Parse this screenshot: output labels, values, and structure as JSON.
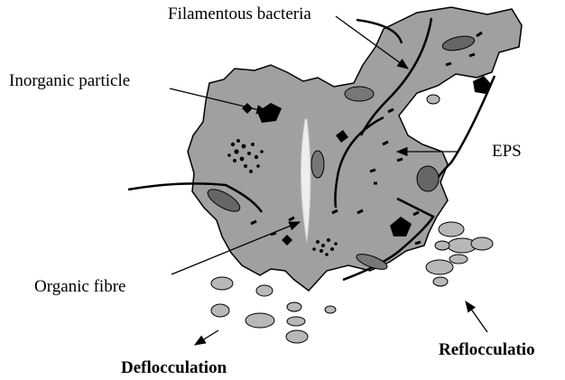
{
  "labels": {
    "filamentous_bacteria": "Filamentous bacteria",
    "inorganic_particle": "Inorganic particle",
    "eps": "EPS",
    "organic_fibre": "Organic fibre",
    "deflocculation": "Deflocculation",
    "reflocculation": "Reflocculatio"
  },
  "colors": {
    "floc_fill": "#a0a0a0",
    "particle_fill": "#b8b8b8",
    "dark_particle": "#555555",
    "black": "#000000",
    "fibre": "#e8e8e8"
  }
}
